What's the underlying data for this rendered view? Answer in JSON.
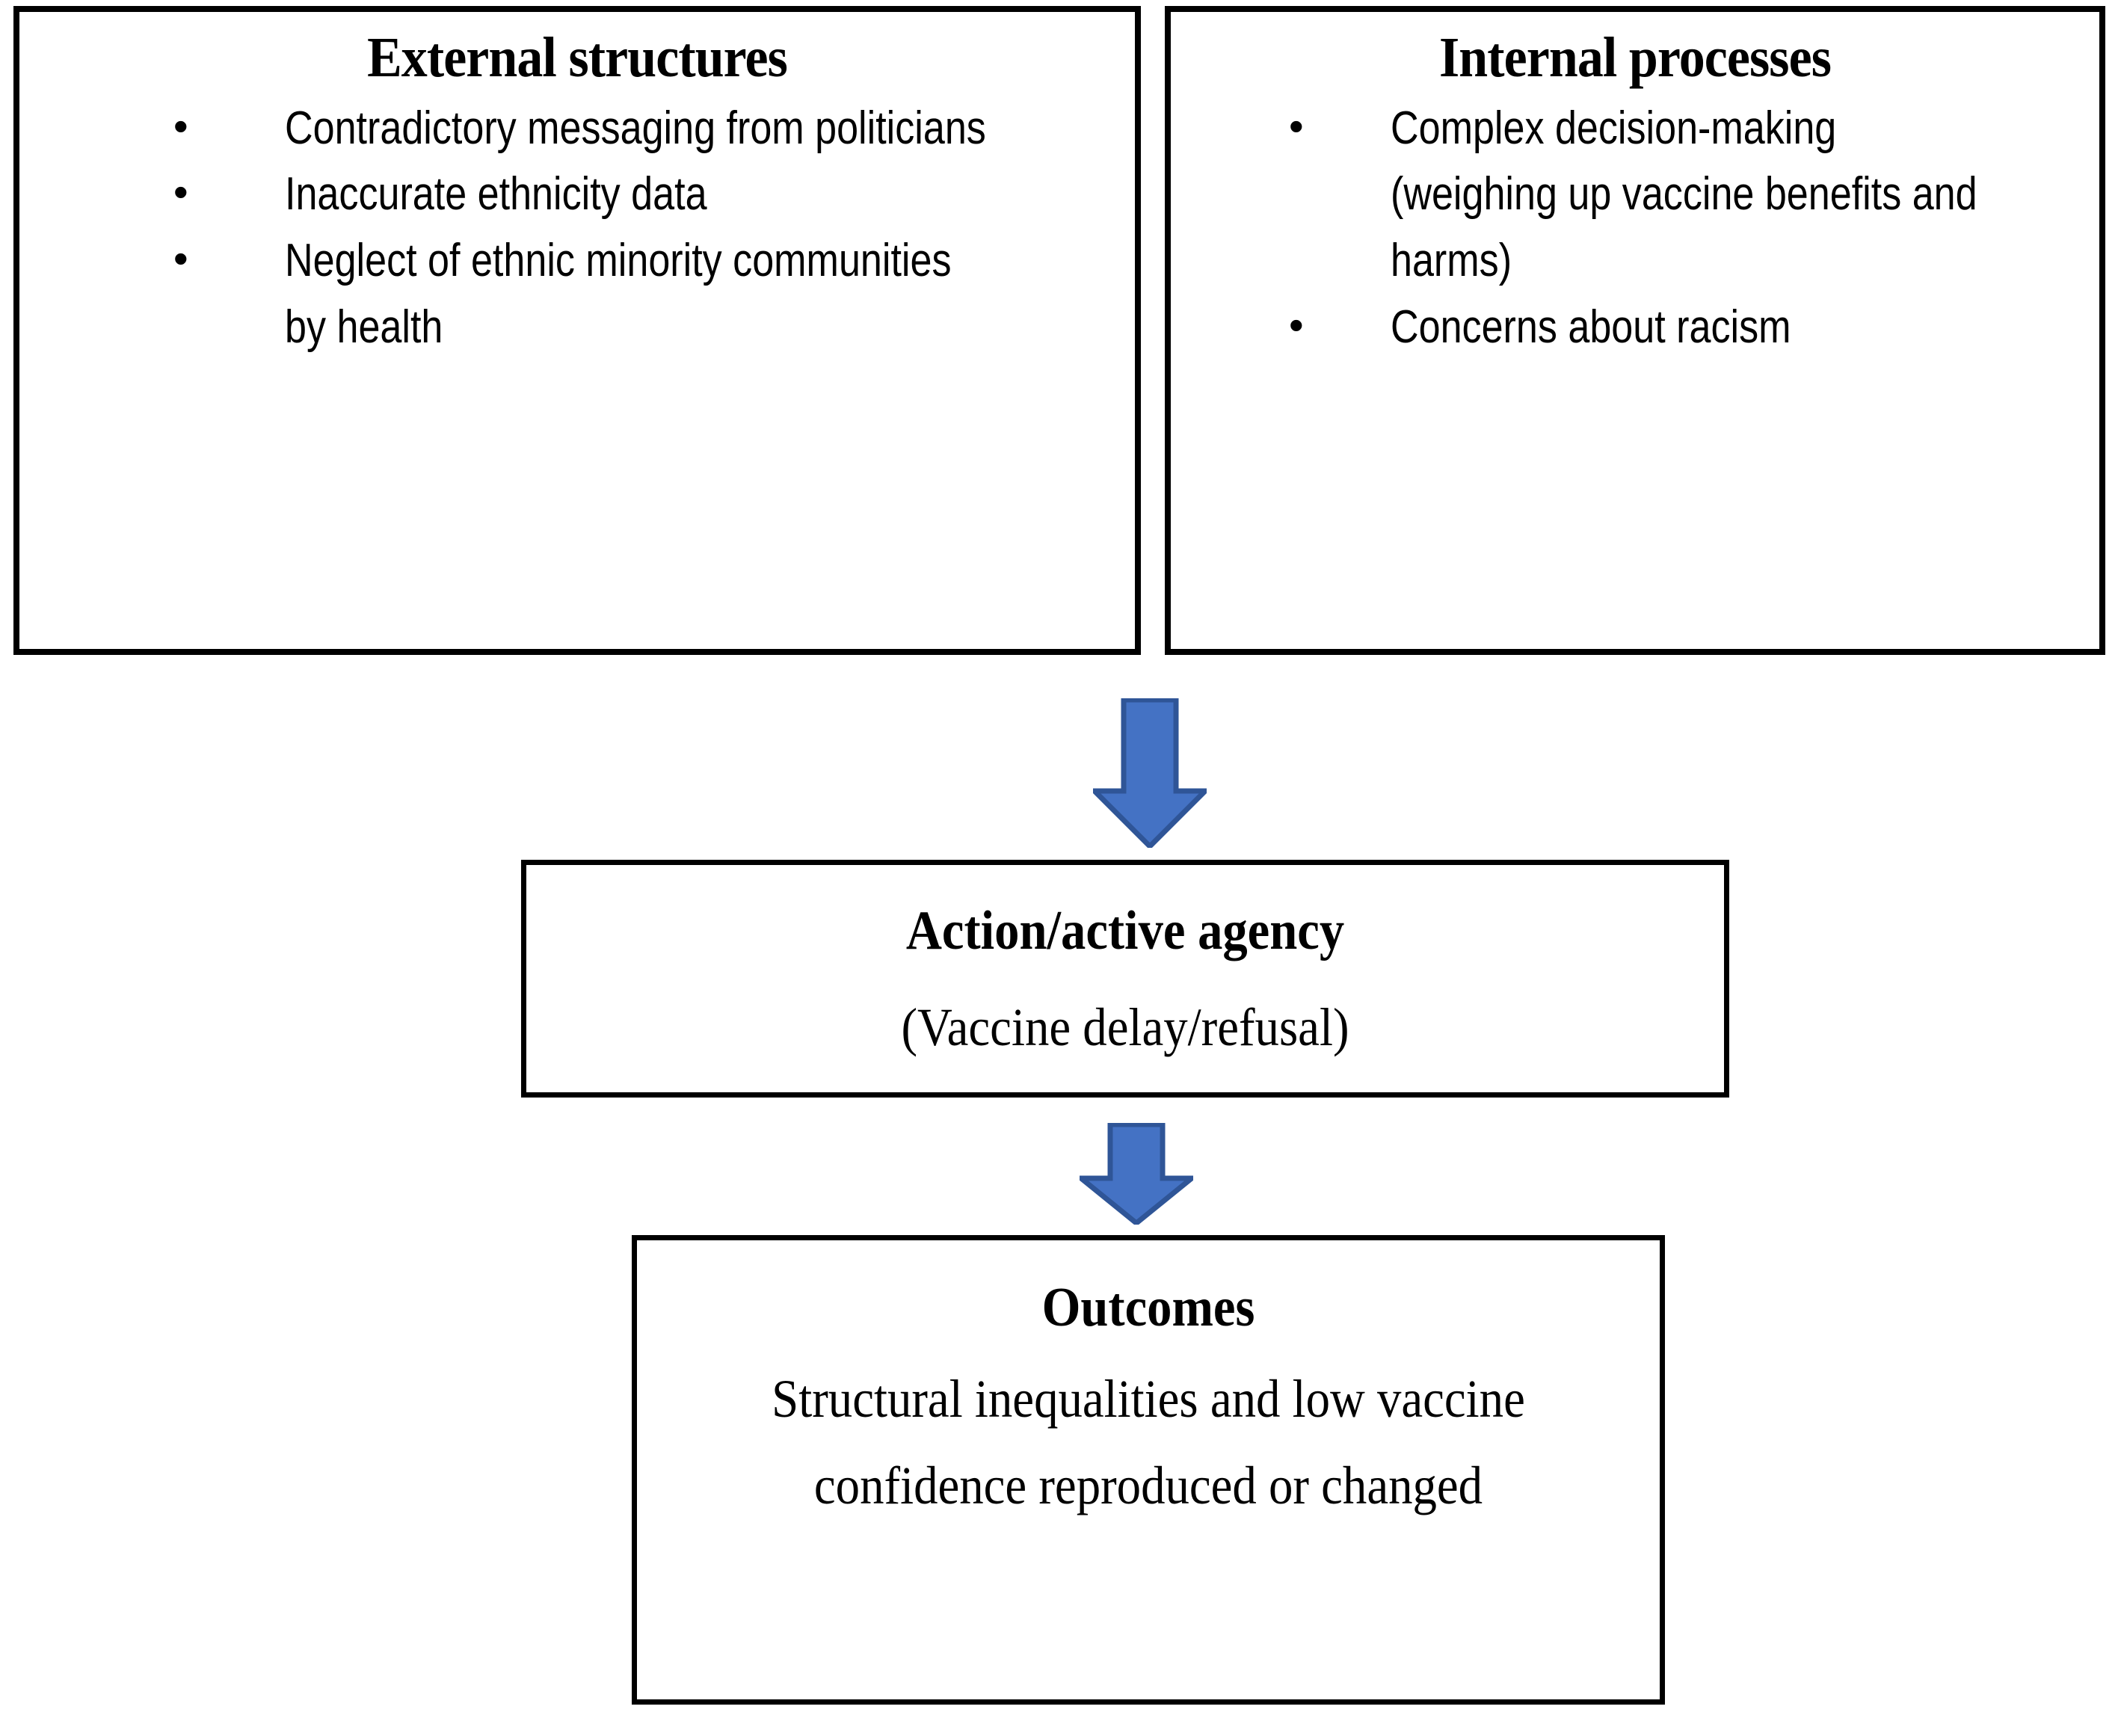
{
  "diagram": {
    "type": "flow-diagram",
    "colors": {
      "arrow_fill": "#4472C4",
      "arrow_stroke": "#2F5597",
      "box_border": "#000000",
      "background": "#FFFFFF",
      "text": "#000000"
    },
    "boxes": {
      "external": {
        "title": "External structures",
        "bullets": [
          "Contradictory messaging from politicians",
          "Inaccurate ethnicity data",
          "Neglect of ethnic minority communities by health"
        ]
      },
      "internal": {
        "title": "Internal processes",
        "bullets": [
          "Complex decision-making (weighing up vaccine benefits and harms)",
          "Concerns about racism"
        ]
      },
      "action": {
        "title": "Action/active agency",
        "subtitle": "(Vaccine delay/refusal)"
      },
      "outcomes": {
        "title": "Outcomes",
        "body": "Structural inequalities and low vaccine confidence reproduced or changed"
      }
    },
    "arrows": [
      {
        "name": "arrow-structures-to-action",
        "direction": "down"
      },
      {
        "name": "arrow-action-to-outcomes",
        "direction": "down"
      }
    ]
  }
}
